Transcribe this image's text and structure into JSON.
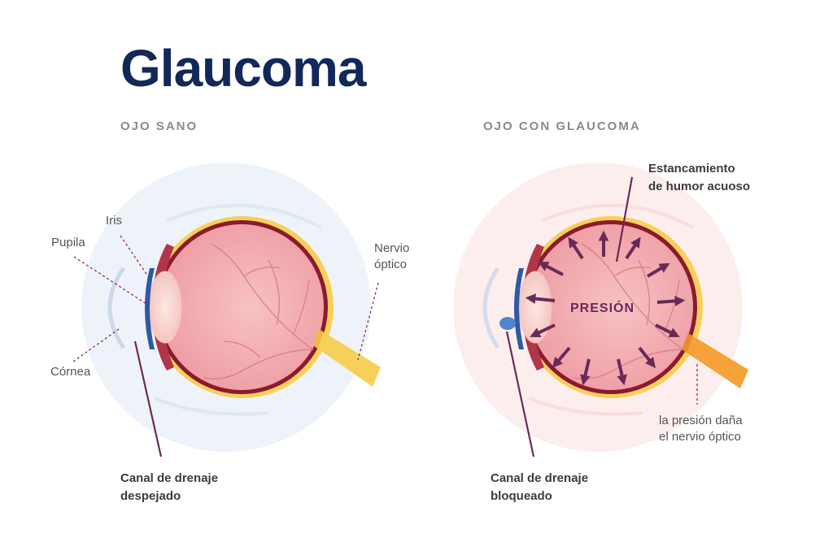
{
  "title": "Glaucoma",
  "healthy": {
    "heading": "OJO SANO",
    "labels": {
      "iris": "Iris",
      "pupila": "Pupila",
      "cornea": "Córnea",
      "nervio_line1": "Nervio",
      "nervio_line2": "óptico",
      "drain_line1": "Canal de drenaje",
      "drain_line2": "despejado"
    }
  },
  "glaucoma": {
    "heading": "OJO CON GLAUCOMA",
    "labels": {
      "stagnation_line1": "Estancamiento",
      "stagnation_line2": "de humor acuoso",
      "pressure": "PRESIÓN",
      "damage_line1": "la presión daña",
      "damage_line2": "el nervio óptico",
      "drain_line1": "Canal de drenaje",
      "drain_line2": "bloqueado"
    }
  },
  "colors": {
    "title": "#12285a",
    "eye_inner": "#f4b3b8",
    "eye_outer_ring": "#8b1a2e",
    "sclera_yellow": "#f6d15a",
    "iris_blue": "#2d5aa3",
    "arrow_purple": "#6a2a58",
    "nerve_healthy": "#f6d15a",
    "nerve_damaged": "#f5a23a"
  }
}
